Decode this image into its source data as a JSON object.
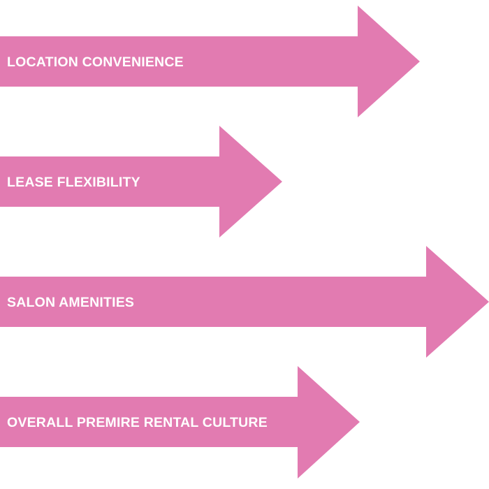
{
  "diagram": {
    "arrow_color": "#e27bb1",
    "text_color": "#ffffff",
    "background": "#ffffff",
    "arrows": [
      {
        "label": "LOCATION CONVENIENCE"
      },
      {
        "label": "LEASE FLEXIBILITY"
      },
      {
        "label": "SALON AMENITIES"
      },
      {
        "label": "OVERALL PREMIRE RENTAL CULTURE"
      }
    ]
  }
}
